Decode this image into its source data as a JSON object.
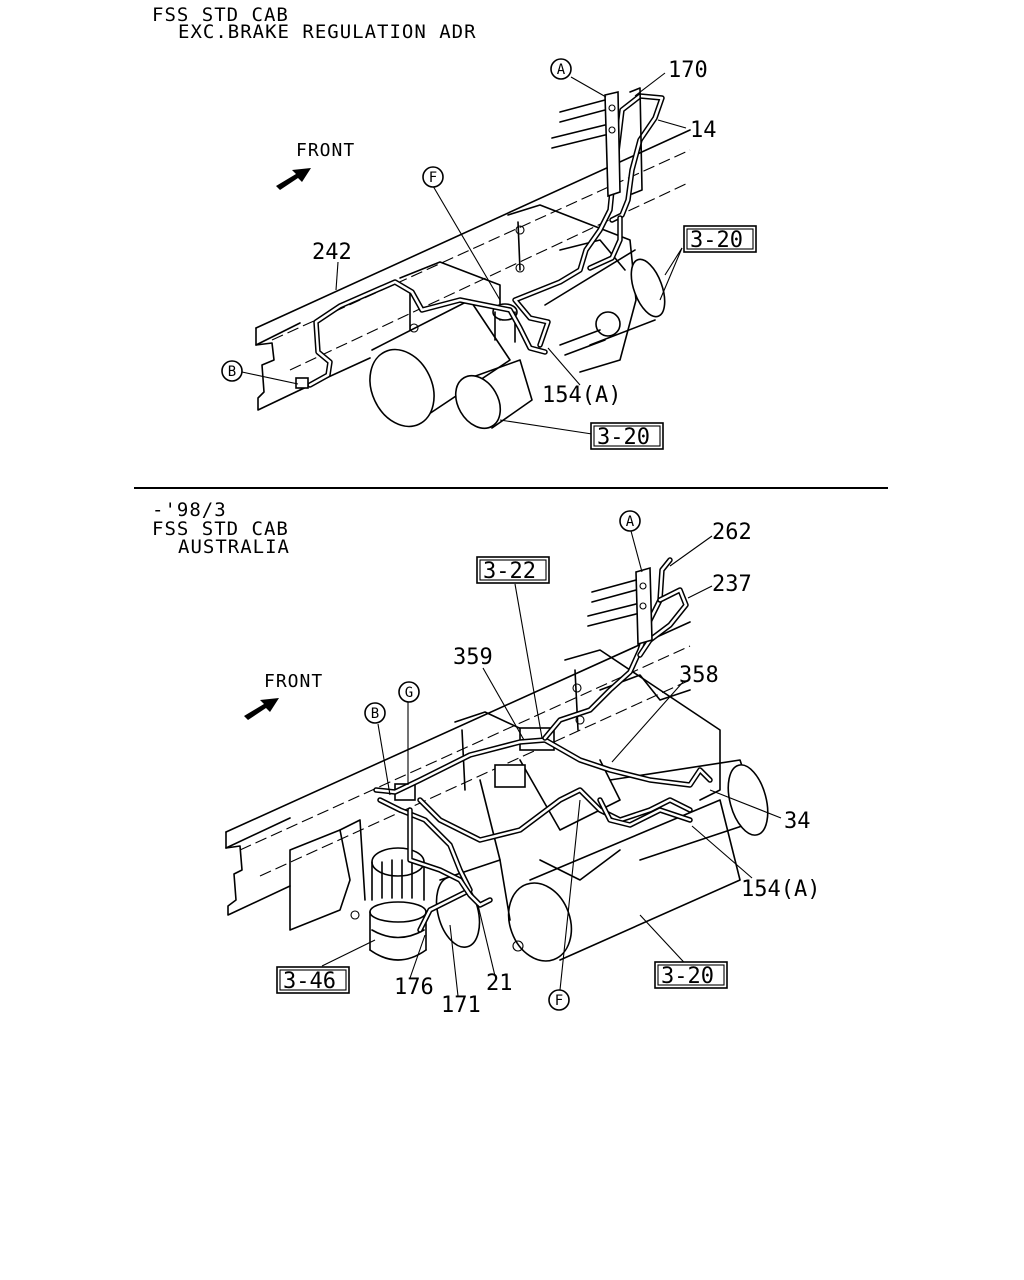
{
  "top_diagram": {
    "header_line1": "FSS STD CAB",
    "header_line2": "EXC.BRAKE REGULATION ADR",
    "front_label": "FRONT",
    "callouts": {
      "a": "A",
      "b": "B",
      "f": "F"
    },
    "part_numbers": {
      "p170": "170",
      "p14": "14",
      "p242": "242",
      "p154a": "154(A)"
    },
    "ref_boxes": {
      "ref_upper": "3-20",
      "ref_lower": "3-20"
    }
  },
  "bottom_diagram": {
    "header_line0": "-'98/3",
    "header_line1": "FSS STD CAB",
    "header_line2": "AUSTRALIA",
    "front_label": "FRONT",
    "callouts": {
      "a": "A",
      "b": "B",
      "g": "G",
      "f": "F"
    },
    "part_numbers": {
      "p262": "262",
      "p237": "237",
      "p359": "359",
      "p358": "358",
      "p34": "34",
      "p154a": "154(A)",
      "p176": "176",
      "p171": "171",
      "p21": "21"
    },
    "ref_boxes": {
      "ref_3_22": "3-22",
      "ref_3_46": "3-46",
      "ref_3_20": "3-20"
    }
  }
}
